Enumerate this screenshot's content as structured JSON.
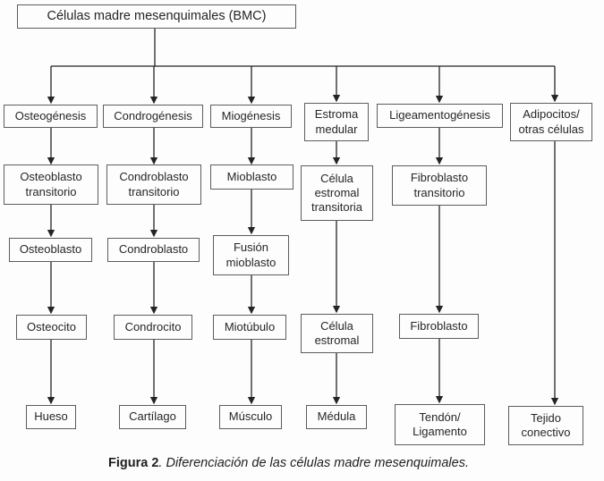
{
  "figure": {
    "root": {
      "label": "Células madre mesenquimales (BMC)"
    },
    "columns": [
      {
        "id": "osteogenesis",
        "nodes": [
          "Osteogénesis",
          "Osteoblasto\ntransitorio",
          "Osteoblasto",
          "Osteocito",
          "Hueso"
        ]
      },
      {
        "id": "condrogenesis",
        "nodes": [
          "Condrogénesis",
          "Condroblasto\ntransitorio",
          "Condroblasto",
          "Condrocito",
          "Cartílago"
        ]
      },
      {
        "id": "miogenesis",
        "nodes": [
          "Miogénesis",
          "Mioblasto",
          "Fusión\nmioblasto",
          "Miotúbulo",
          "Músculo"
        ]
      },
      {
        "id": "estroma-medular",
        "nodes": [
          "Estroma\nmedular",
          "Célula\nestromal\ntransitoria",
          "Célula\nestromal",
          "Médula"
        ]
      },
      {
        "id": "ligamentogenesis",
        "nodes": [
          "Ligeamentogénesis",
          "Fibroblasto\ntransitorio",
          "Fibroblasto",
          "Tendón/\nLigamento"
        ]
      },
      {
        "id": "adipocitos",
        "nodes": [
          "Adipocitos/\notras células",
          "Tejido\nconectivo"
        ]
      }
    ]
  },
  "caption": {
    "label": "Figura 2",
    "text": ". Diferenciación de las células madre mesenquimales."
  },
  "colors": {
    "background": "#fdfdfd",
    "box_border": "#5d5d5d",
    "line": "#242424",
    "text": "#262626"
  }
}
